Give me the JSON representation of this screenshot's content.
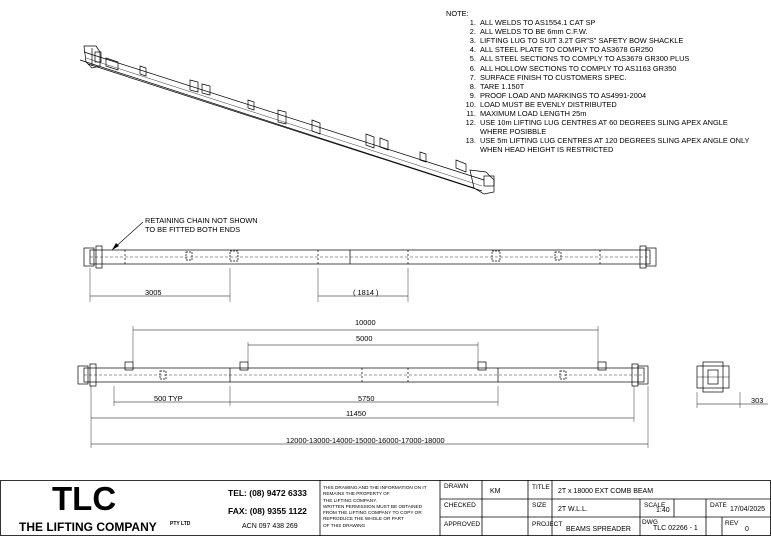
{
  "notes": {
    "heading": "NOTE:",
    "items": [
      "ALL WELDS TO AS1554.1 CAT SP",
      "ALL WELDS TO BE 6mm C.F.W.",
      "LIFTING LUG TO SUIT 3.2T GR\"S\" SAFETY BOW SHACKLE",
      "ALL STEEL PLATE TO COMPLY TO AS3678 GR250",
      "ALL STEEL SECTIONS TO COMPLY TO AS3679 GR300 PLUS",
      "ALL HOLLOW SECTIONS TO COMPLY TO AS1163 GR350",
      "SURFACE FINISH TO CUSTOMERS SPEC.",
      "TARE 1.150T",
      "PROOF LOAD AND MARKINGS TO AS4991-2004",
      "LOAD MUST BE EVENLY DISTRIBUTED",
      "MAXIMUM LOAD LENGTH 25m",
      "USE 10m LIFTING LUG CENTRES AT 60 DEGREES SLING APEX ANGLE WHERE POSIBBLE",
      "USE 5m LIFTING LUG CENTRES AT 120 DEGREES SLING APEX ANGLE ONLY WHEN HEAD HEIGHT IS RESTRICTED"
    ]
  },
  "annotations": {
    "chain_note_line1": "RETAINING CHAIN NOT SHOWN",
    "chain_note_line2": "TO BE FITTED BOTH ENDS"
  },
  "dimensions": {
    "d3005": "3005",
    "d1814": "( 1814 )",
    "d10000": "10000",
    "d5000": "5000",
    "d500typ": "500 TYP",
    "d5750": "5750",
    "d11450": "11450",
    "d_range": "12000-13000-14000-15000-16000-17000-18000",
    "d303": "303"
  },
  "title_block": {
    "company_short": "TLC",
    "company_name": "THE LIFTING COMPANY",
    "pty": "PTY LTD",
    "tel": "TEL: (08) 9472 6333",
    "fax": "FAX: (08) 9355 1122",
    "acn": "ACN 097 438 269",
    "disclaimer": [
      "THIS DRAWING AND THE INFORMATION ON IT",
      "REMAINS THE PROPERTY OF",
      "THE LIFTING COMPANY.",
      "WRITTEN PERMISSION MUST BE OBTAINED",
      "FROM THE LIFTING COMPANY TO COPY OR",
      "REPRODUCE THE WHOLE OR PART",
      "OF THIS DRAWING"
    ],
    "drawn_label": "DRAWN",
    "drawn_value": "KM",
    "checked_label": "CHECKED",
    "approved_label": "APPROVED",
    "title_label": "TITLE",
    "title_value": "2T x 18000 EXT COMB BEAM",
    "size_label": "SIZE",
    "size_value": "2T W.L.L.",
    "scale_label": "SCALE",
    "scale_value": "1:40",
    "date_label": "DATE",
    "date_value": "17/04/2025",
    "project_label": "PROJECT",
    "project_value": "BEAMS SPREADER",
    "dwg_label": "DWG",
    "dwg_value": "TLC 02266 - 1",
    "rev_label": "REV",
    "rev_value": "0"
  }
}
